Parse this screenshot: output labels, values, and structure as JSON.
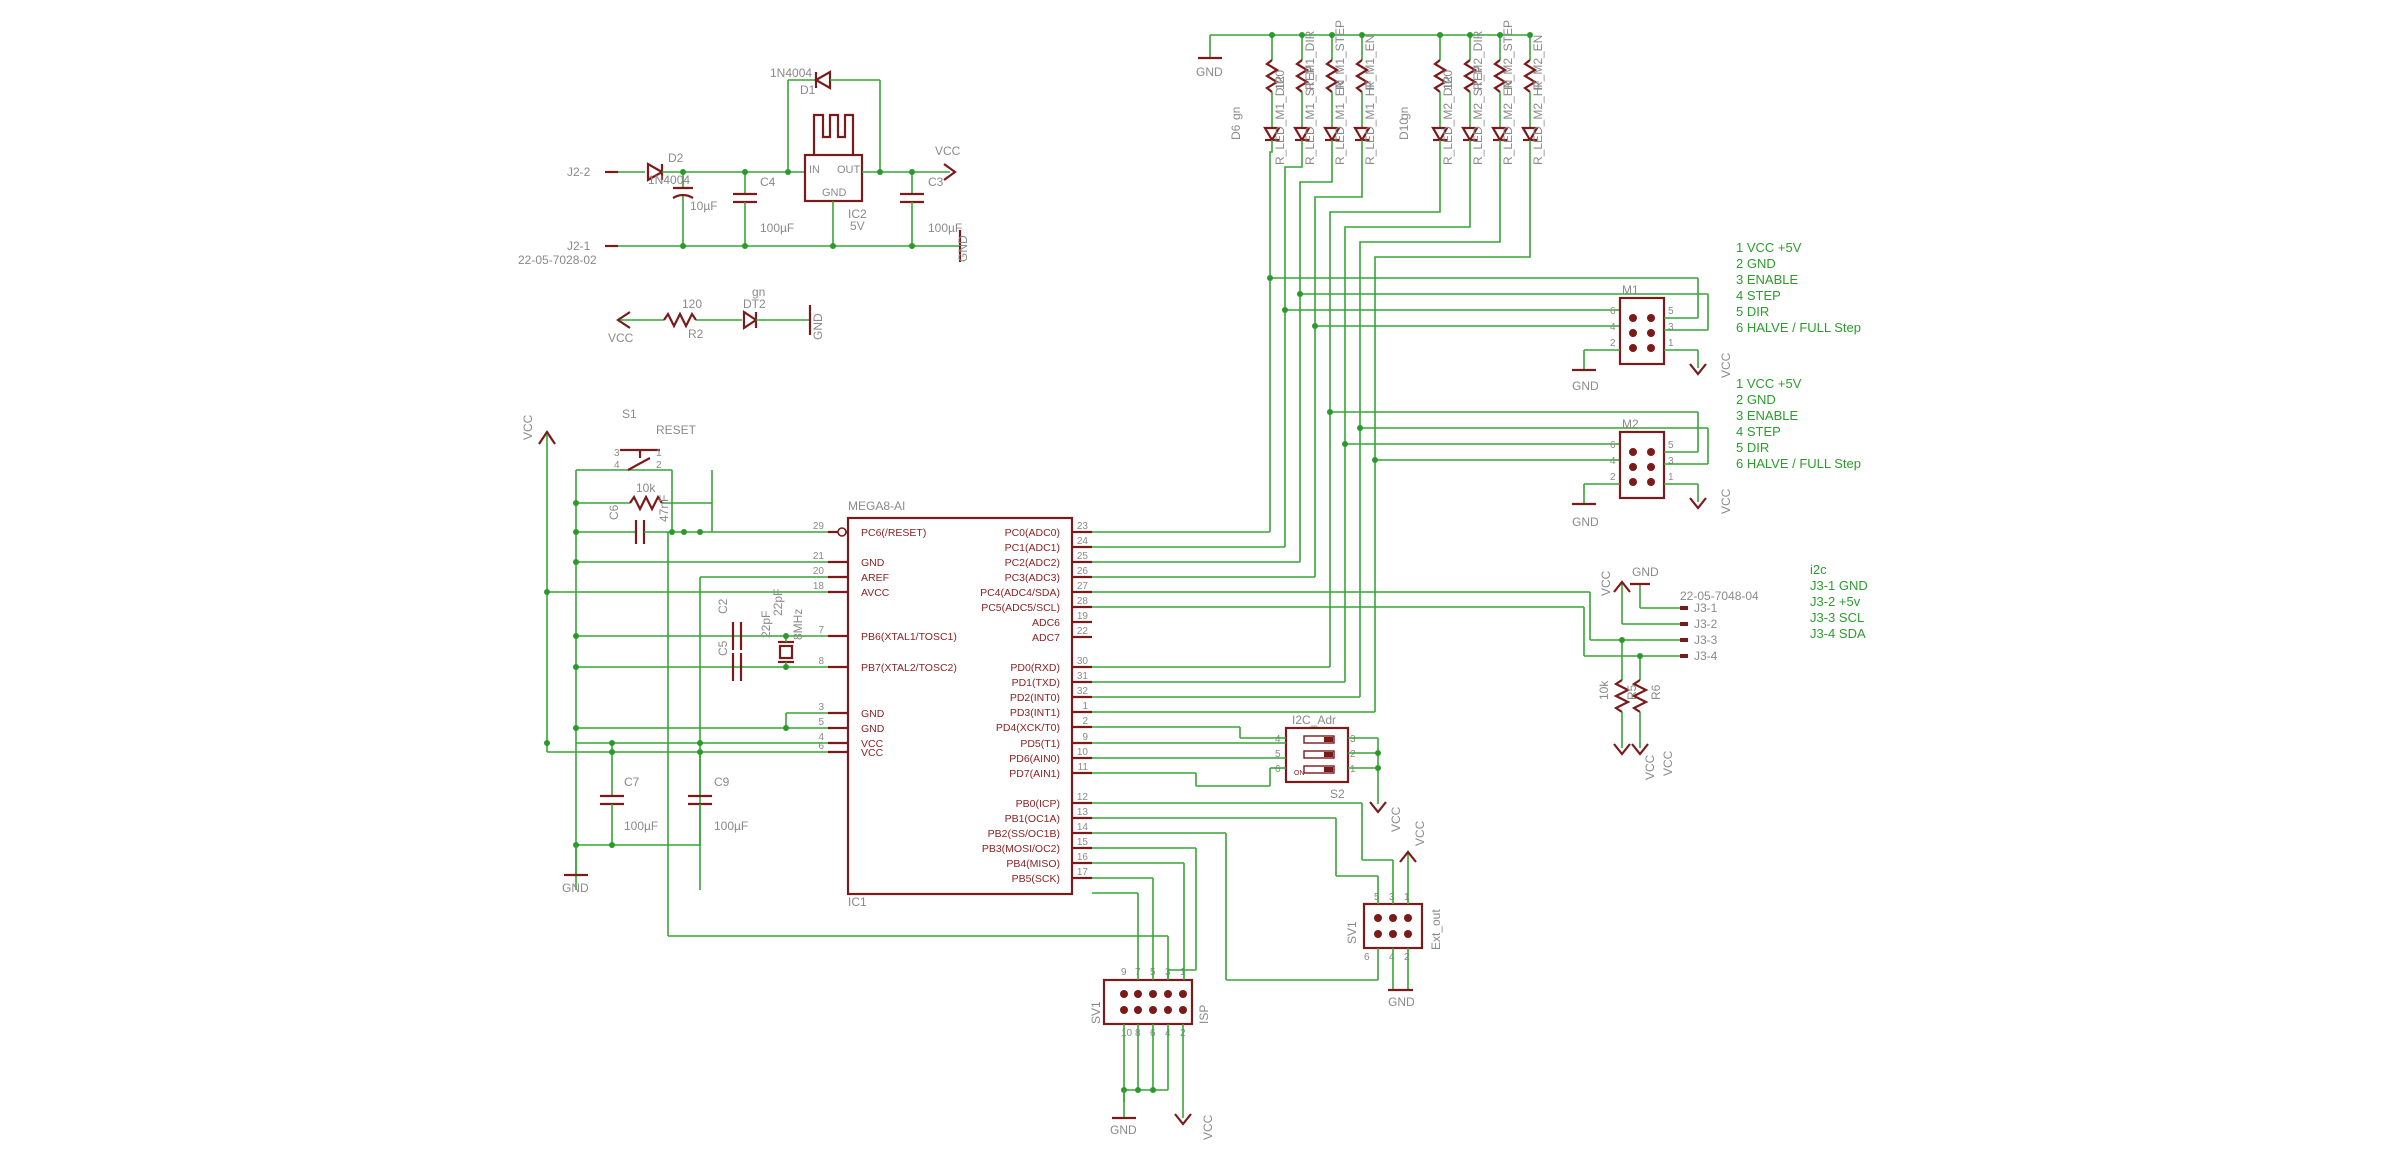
{
  "chart_data": {
    "type": "schematic",
    "ic1": {
      "name": "IC1",
      "value": "MEGA8-AI",
      "left_pins": [
        {
          "n": "29",
          "label": "PC6(/RESET)"
        },
        {
          "n": "21",
          "label": "GND"
        },
        {
          "n": "20",
          "label": "AREF"
        },
        {
          "n": "18",
          "label": "AVCC"
        },
        {
          "n": "7",
          "label": "PB6(XTAL1/TOSC1)"
        },
        {
          "n": "8",
          "label": "PB7(XTAL2/TOSC2)"
        },
        {
          "n": "3",
          "label": "GND"
        },
        {
          "n": "5",
          "label": "GND"
        },
        {
          "n": "4",
          "label": "VCC"
        },
        {
          "n": "6",
          "label": "VCC"
        }
      ],
      "right_pins": [
        {
          "n": "23",
          "label": "PC0(ADC0)"
        },
        {
          "n": "24",
          "label": "PC1(ADC1)"
        },
        {
          "n": "25",
          "label": "PC2(ADC2)"
        },
        {
          "n": "26",
          "label": "PC3(ADC3)"
        },
        {
          "n": "27",
          "label": "PC4(ADC4/SDA)"
        },
        {
          "n": "28",
          "label": "PC5(ADC5/SCL)"
        },
        {
          "n": "19",
          "label": "ADC6"
        },
        {
          "n": "22",
          "label": "ADC7"
        },
        {
          "n": "30",
          "label": "PD0(RXD)"
        },
        {
          "n": "31",
          "label": "PD1(TXD)"
        },
        {
          "n": "32",
          "label": "PD2(INT0)"
        },
        {
          "n": "1",
          "label": "PD3(INT1)"
        },
        {
          "n": "2",
          "label": "PD4(XCK/T0)"
        },
        {
          "n": "9",
          "label": "PD5(T1)"
        },
        {
          "n": "10",
          "label": "PD6(AIN0)"
        },
        {
          "n": "11",
          "label": "PD7(AIN1)"
        },
        {
          "n": "12",
          "label": "PB0(ICP)"
        },
        {
          "n": "13",
          "label": "PB1(OC1A)"
        },
        {
          "n": "14",
          "label": "PB2(SS/OC1B)"
        },
        {
          "n": "15",
          "label": "PB3(MOSI/OC2)"
        },
        {
          "n": "16",
          "label": "PB4(MISO)"
        },
        {
          "n": "17",
          "label": "PB5(SCK)"
        }
      ]
    },
    "power": {
      "vcc": "VCC",
      "gnd": "GND"
    },
    "regulator": {
      "d1_type": "1N4004",
      "d1": "D1",
      "ic2": "IC2",
      "ic2_value": "5V",
      "in": "IN",
      "out": "OUT",
      "gnd": "GND",
      "d2": "D2",
      "d2_type": "1N4004",
      "c4": "C4",
      "c4_value": "100µF",
      "c3": "C3",
      "c3_value": "100µF",
      "c_small": "10µF",
      "j2_1": "J2-1",
      "j2_2": "J2-2",
      "connector": "22-05-7028-02"
    },
    "led_power": {
      "r": "R2",
      "r_value": "120",
      "led": "DT2",
      "led_color": "gn"
    },
    "reset": {
      "s1": "S1",
      "s1_label": "RESET",
      "r_value": "10k",
      "c_label": "C6",
      "c_value": "47nF",
      "pin1": "1",
      "pin2": "2",
      "pin3": "3",
      "pin4": "4"
    },
    "crystal": {
      "c2": "C2",
      "c5": "C5",
      "c_value": "22pF",
      "xtal": "8MHz",
      "c_value2": "22pF"
    },
    "caps": {
      "c7": "C7",
      "c7_value": "100µF",
      "c9": "C9",
      "c9_value": "100µF"
    },
    "leds_top": {
      "group1": [
        "R_LED_M1_DIR",
        "R_LED_M1_STEP",
        "R_LED_M1_EN",
        "R_LED_M1_HF",
        "D6"
      ],
      "group2": [
        "R_LED_M2_DIR",
        "R_LED_M2_STEP",
        "R_LED_M2_EN",
        "R_LED_M2_HF",
        "D10"
      ],
      "res_value": "120",
      "led_color": "gn",
      "res_labels1": [
        "120",
        "R_M1_DIR",
        "R_M1_STEP",
        "R_M1_EN"
      ],
      "res_labels2": [
        "120",
        "R_M2_DIR",
        "R_M2_STEP",
        "R_M2_EN"
      ]
    },
    "m1": {
      "name": "M1",
      "pins": [
        "6",
        "4",
        "2",
        "5",
        "3",
        "1"
      ],
      "notes": [
        "1 VCC +5V",
        "2 GND",
        "3 ENABLE",
        "4 STEP",
        "5 DIR",
        "6 HALVE / FULL Step"
      ]
    },
    "m2": {
      "name": "M2",
      "pins": [
        "6",
        "4",
        "2",
        "5",
        "3",
        "1"
      ],
      "notes": [
        "1 VCC +5V",
        "2 GND",
        "3 ENABLE",
        "4 STEP",
        "5 DIR",
        "6 HALVE / FULL Step"
      ]
    },
    "i2c": {
      "connector": "22-05-7048-04",
      "pins": [
        "J3-1",
        "J3-2",
        "J3-3",
        "J3-4"
      ],
      "notes": [
        "i2c",
        "J3-1 GND",
        "J3-2 +5v",
        "J3-3 SCL",
        "J3-4 SDA"
      ],
      "r_labels": [
        "10k",
        "R5",
        "R6"
      ]
    },
    "i2c_adr": {
      "name": "I2C_Adr",
      "ref": "S2",
      "pins": [
        "4",
        "5",
        "6",
        "3",
        "2",
        "1"
      ],
      "on": "ON"
    },
    "ext": {
      "name": "Ext_out",
      "ref": "SV1",
      "pins": [
        "5",
        "3",
        "1",
        "6",
        "4",
        "2"
      ]
    },
    "isp": {
      "name": "ISP",
      "ref": "SV1",
      "pins_top": [
        "9",
        "7",
        "5",
        "3",
        "1"
      ],
      "pins_bot": [
        "10",
        "8",
        "6",
        "4",
        "2"
      ]
    }
  }
}
